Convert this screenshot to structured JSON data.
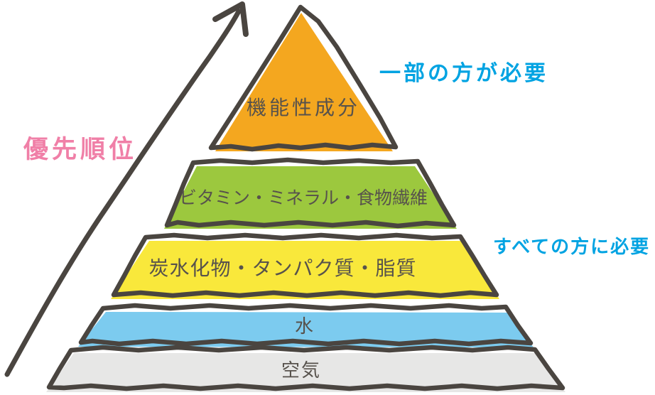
{
  "diagram": {
    "priority_label": "優先順位",
    "annotation_top": "一部の方が必要",
    "annotation_bottom": "すべての方に必要",
    "levels": [
      {
        "label": "機能性成分",
        "color": "#F4A71F"
      },
      {
        "label": "ビタミン・ミネラル・食物繊維",
        "color": "#9CC83E"
      },
      {
        "label": "炭水化物・タンパク質・脂質",
        "color": "#F9E83B"
      },
      {
        "label": "水",
        "color": "#7CCBEF"
      },
      {
        "label": "空気",
        "color": "#E7E7E6"
      }
    ],
    "colors": {
      "outline": "#4A4540",
      "label_text": "#57524C",
      "priority_text": "#F07FA7",
      "annotation_text": "#00A3E2"
    }
  }
}
